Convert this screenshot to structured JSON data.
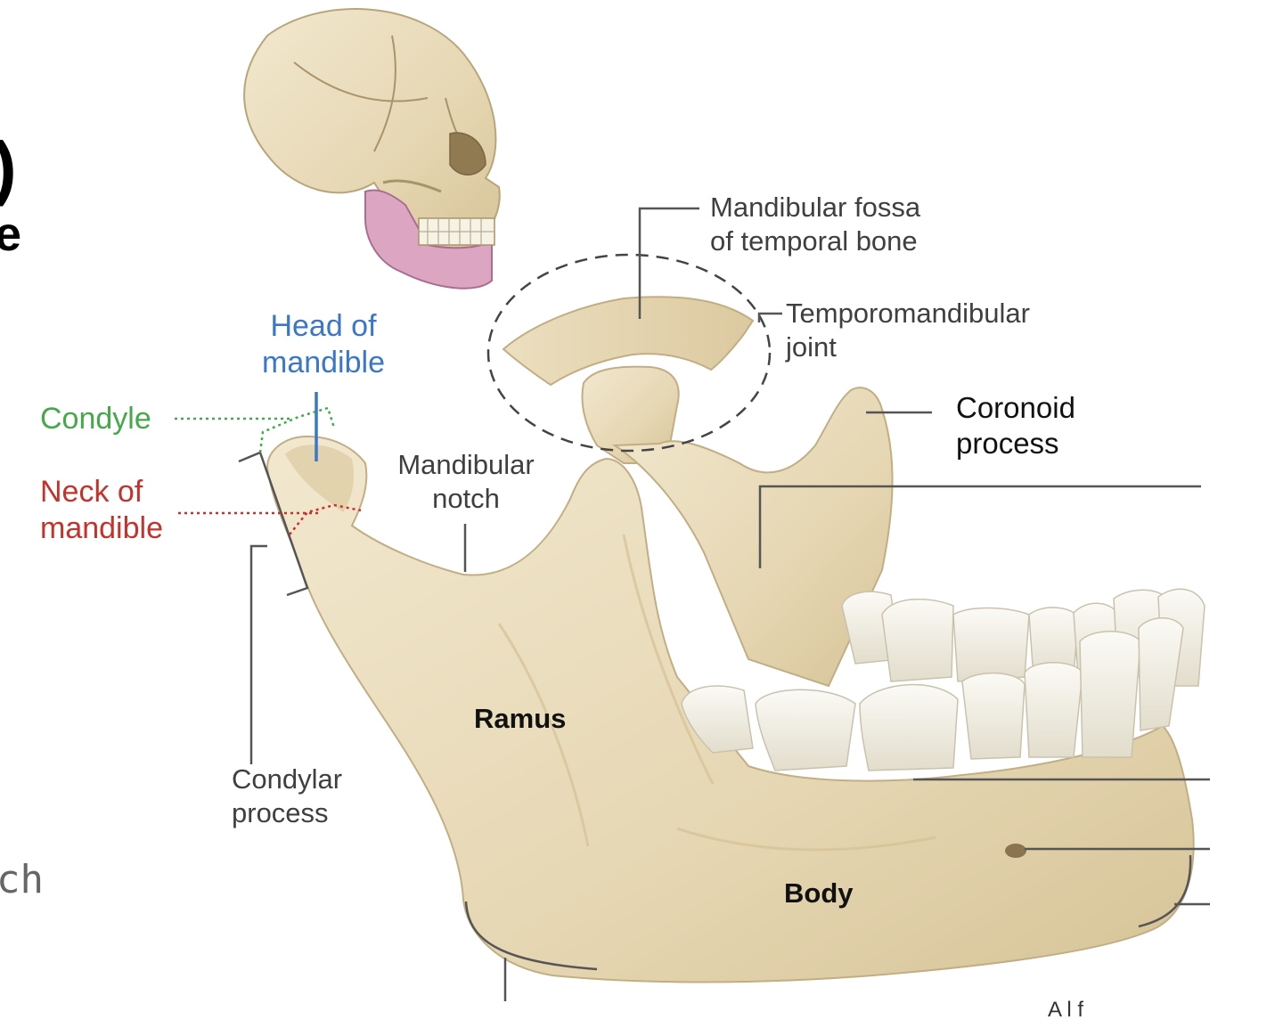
{
  "labels": {
    "mandibular_fossa": "Mandibular fossa\nof temporal bone",
    "temporomandibular_joint": "Temporomandibular\njoint",
    "coronoid_process": "Coronoid\nprocess",
    "head_of_mandible": "Head of\nmandible",
    "condyle": "Condyle",
    "neck_of_mandible": "Neck of\nmandible",
    "mandibular_notch": "Mandibular\nnotch",
    "ramus": "Ramus",
    "condylar_process": "Condylar\nprocess",
    "body": "Body"
  },
  "fragments": {
    "left_top": ")",
    "left_mid": "e",
    "left_low": "ch",
    "bottom_right": "A   l   f"
  },
  "colors": {
    "bone": "#e9dcbc",
    "bone_shade": "#cdbb8f",
    "tooth": "#f3f0e6",
    "highlight_jaw": "#dca6c2",
    "leader_line": "#555555",
    "head_blue": "#3a76c9",
    "condyle_green": "#45a84a",
    "neck_red": "#c5322c"
  }
}
